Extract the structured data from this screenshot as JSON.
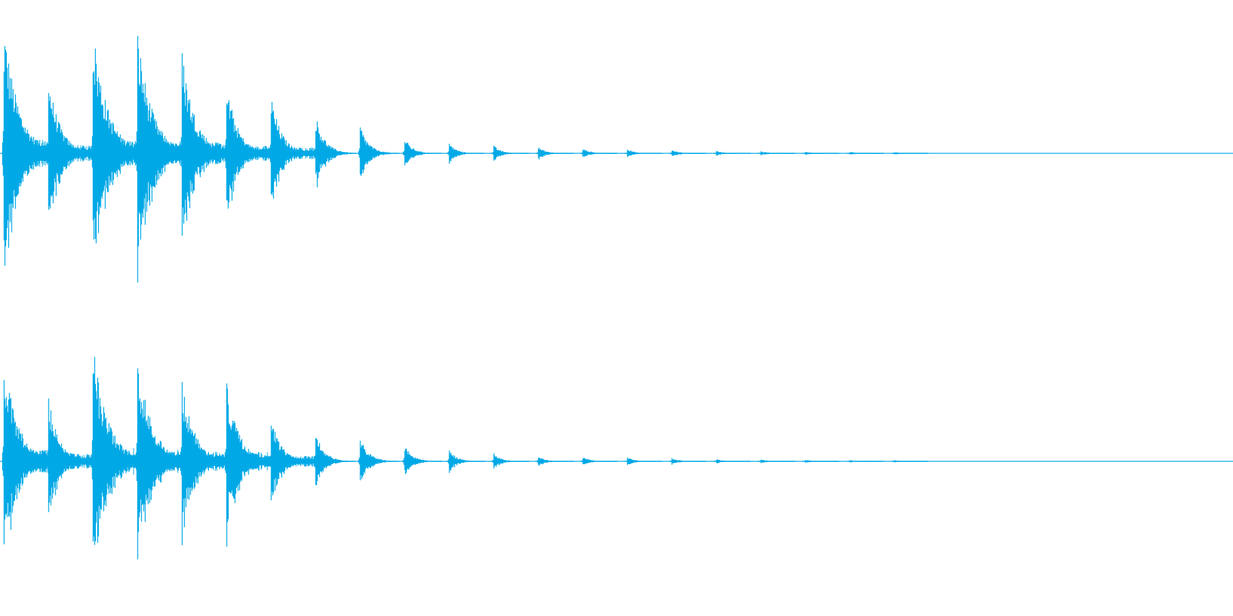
{
  "waveform": {
    "color": "#00a9e6",
    "background": "#ffffff",
    "channel_count": 2,
    "hit_count": 21,
    "channels": [
      {
        "name": "channel-1",
        "hit_amplitudes": [
          1.0,
          0.6,
          0.98,
          0.95,
          0.8,
          0.55,
          0.45,
          0.3,
          0.22,
          0.12,
          0.08,
          0.06,
          0.05,
          0.04,
          0.035,
          0.03,
          0.02,
          0.018,
          0.015,
          0.012,
          0.01
        ]
      },
      {
        "name": "channel-2",
        "hit_amplitudes": [
          0.9,
          0.55,
          1.0,
          0.92,
          0.7,
          0.68,
          0.4,
          0.25,
          0.22,
          0.15,
          0.1,
          0.07,
          0.05,
          0.04,
          0.035,
          0.03,
          0.02,
          0.018,
          0.015,
          0.012,
          0.01
        ]
      }
    ]
  }
}
